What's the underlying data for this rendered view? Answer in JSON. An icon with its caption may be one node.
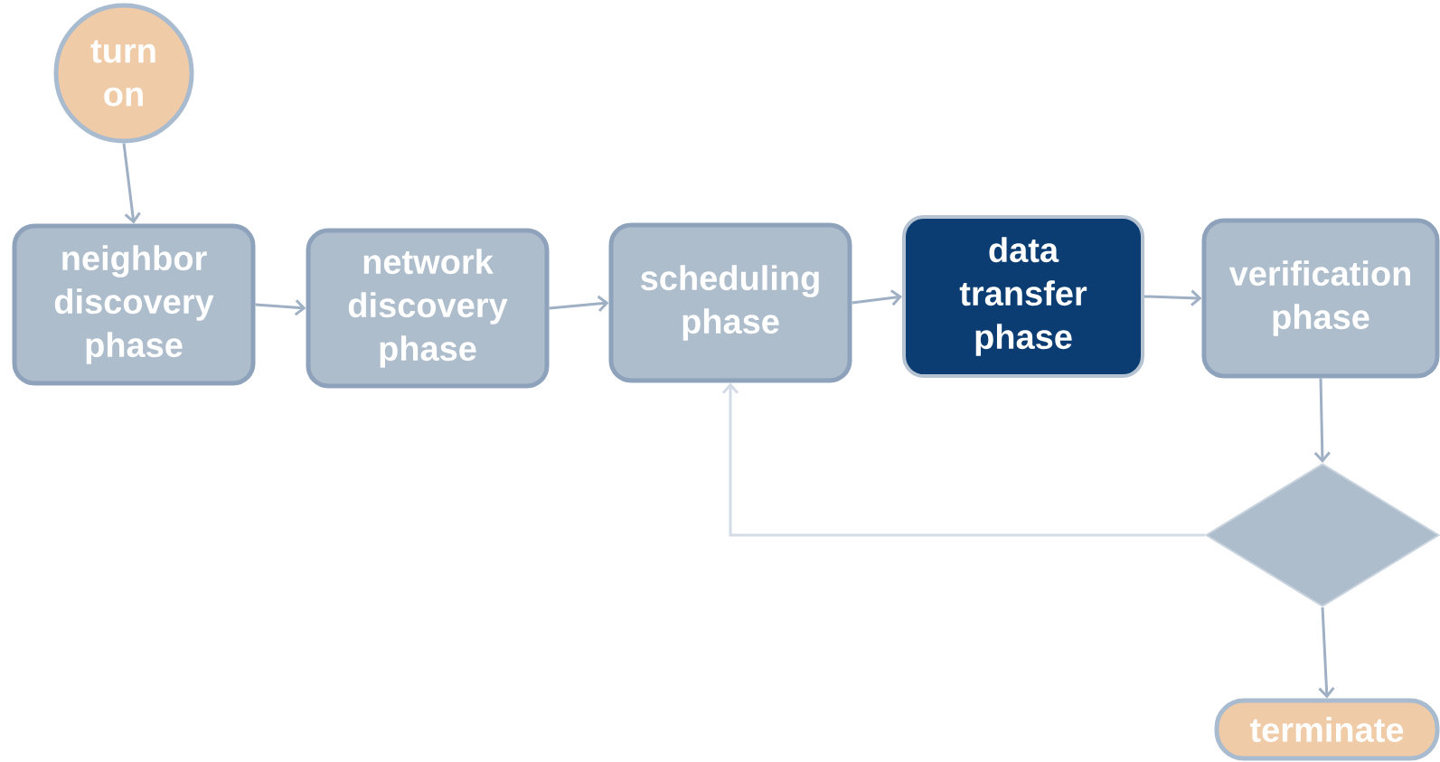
{
  "diagram": {
    "nodes": [
      {
        "text": [
          "turn on"
        ]
      },
      {
        "text": [
          "neighbor discovery phase"
        ]
      },
      {
        "text": [
          "network discovery phase"
        ]
      },
      {
        "text": [
          "scheduling phase"
        ]
      },
      {
        "text": [
          "data transfer phase"
        ]
      },
      {
        "text": [
          "verification phase"
        ]
      },
      {
        "text": [],
        "shape": "diamond"
      },
      {
        "text": [
          "terminate"
        ]
      }
    ],
    "edges": [
      {
        "from": 0,
        "to": 1,
        "arrow": "to"
      },
      {
        "from": 1,
        "to": 2,
        "arrow": "to"
      },
      {
        "from": 2,
        "to": 3,
        "arrow": "to"
      },
      {
        "from": 3,
        "to": 4,
        "arrow": "to"
      },
      {
        "from": 4,
        "to": 5,
        "arrow": "to"
      },
      {
        "from": 5,
        "to": 6,
        "arrow": "to"
      },
      {
        "from": 6,
        "to": 3,
        "arrow": "to",
        "color": "#d3dce6"
      },
      {
        "from": 6,
        "to": 7,
        "arrow": "to"
      }
    ]
  }
}
